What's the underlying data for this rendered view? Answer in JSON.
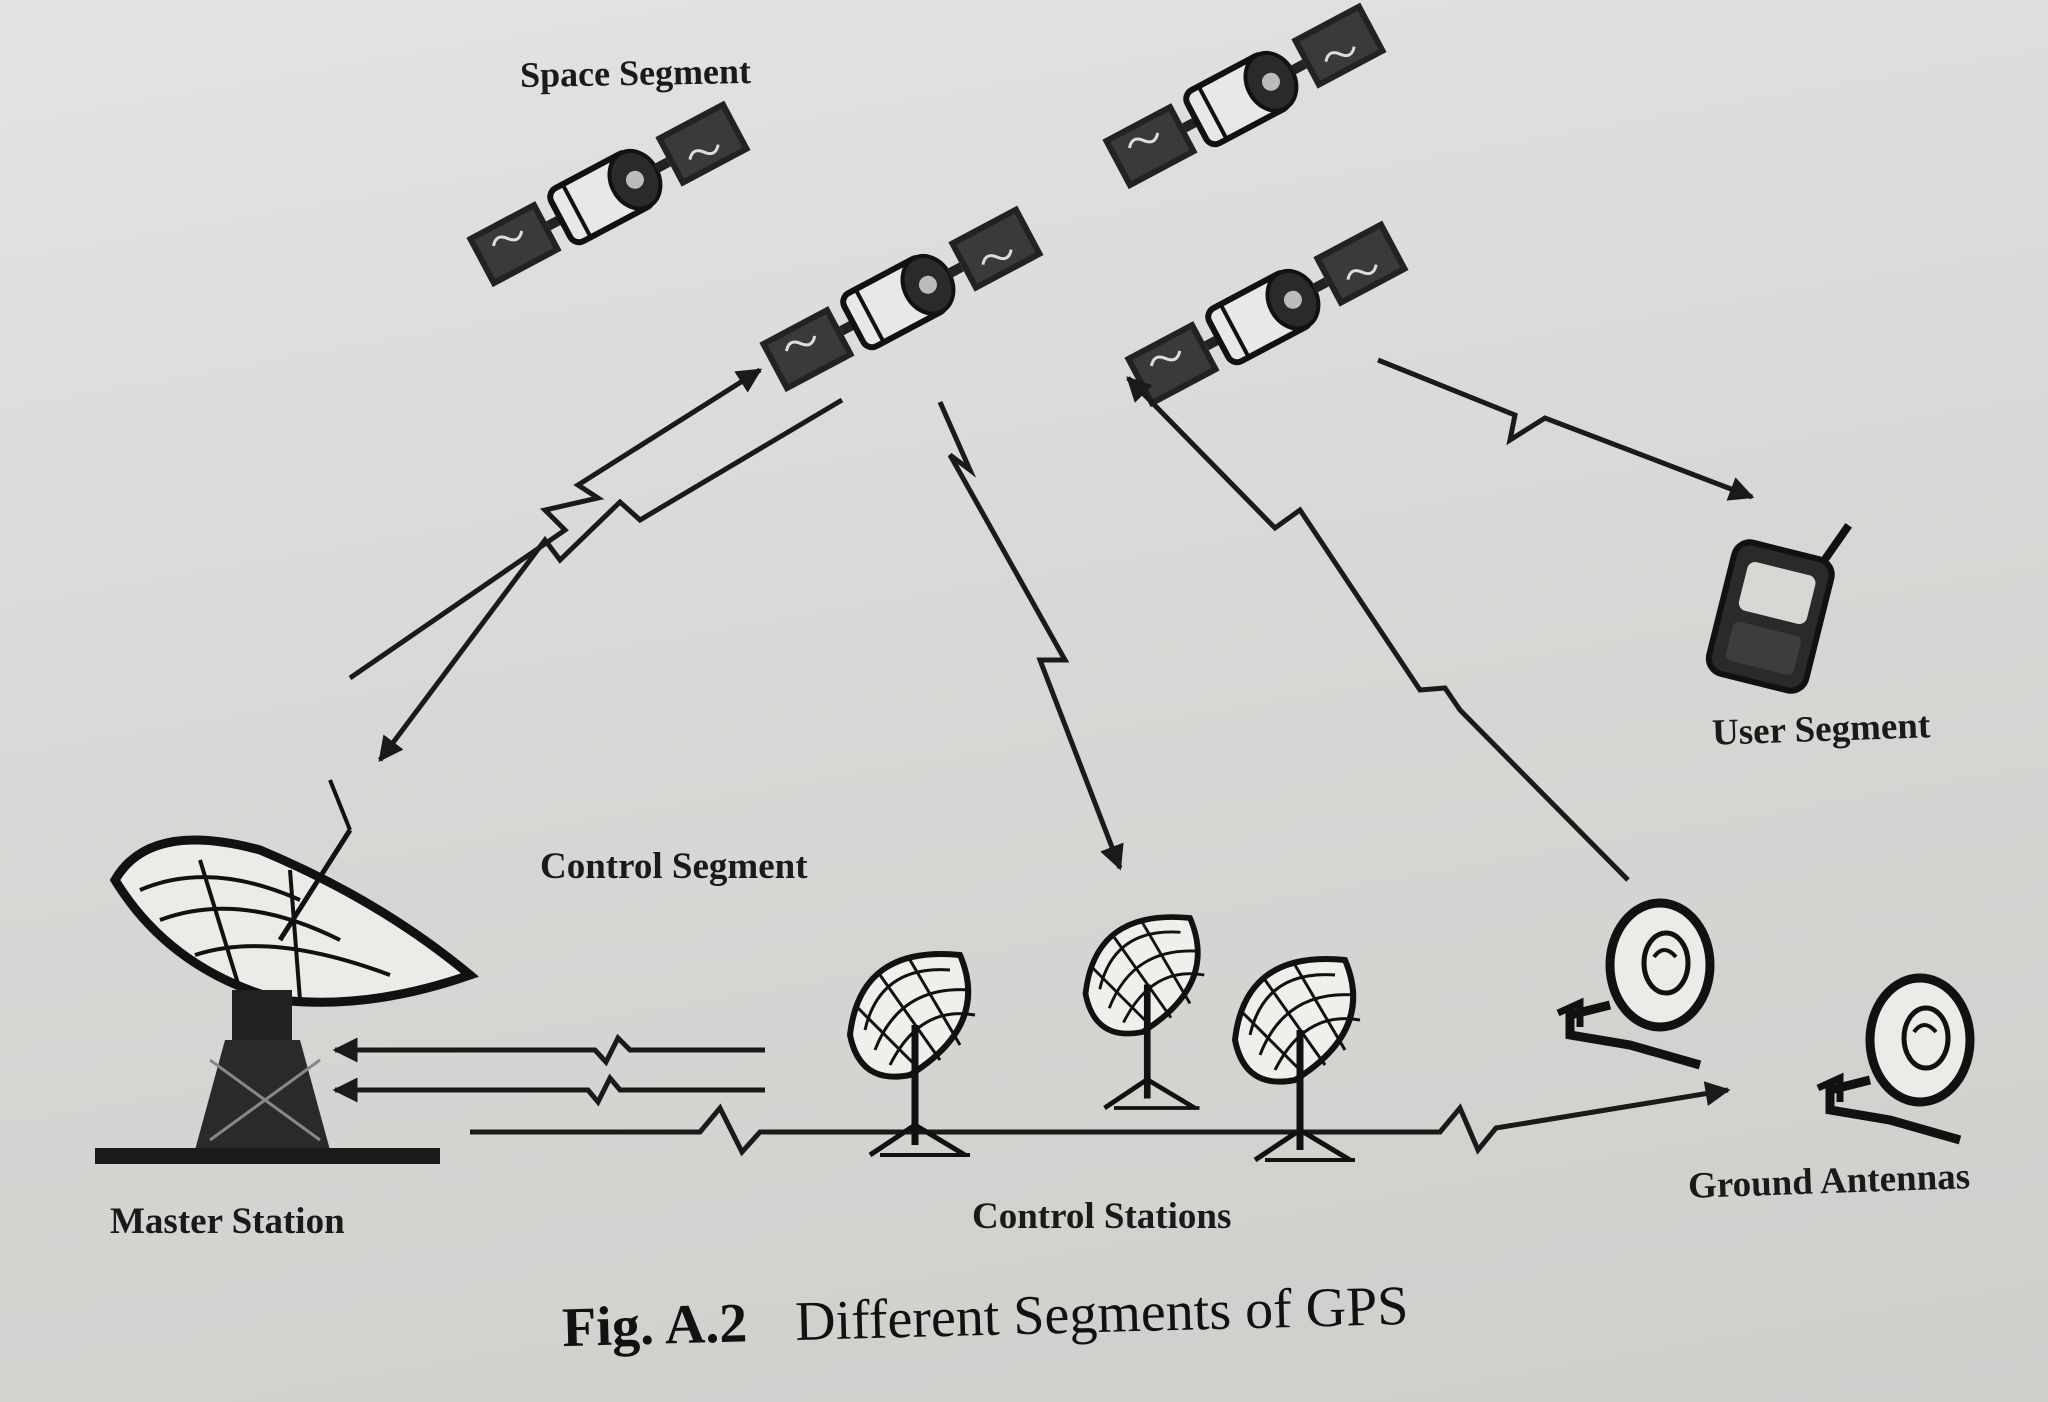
{
  "labels": {
    "space_segment": "Space Segment",
    "control_segment": "Control Segment",
    "user_segment": "User Segment",
    "master_station": "Master Station",
    "control_stations": "Control Stations",
    "ground_antennas": "Ground Antennas"
  },
  "caption": {
    "number": "Fig. A.2",
    "title": "Different Segments of GPS"
  },
  "colors": {
    "ink": "#1a1a1a",
    "paper": "#dcdbd9"
  }
}
